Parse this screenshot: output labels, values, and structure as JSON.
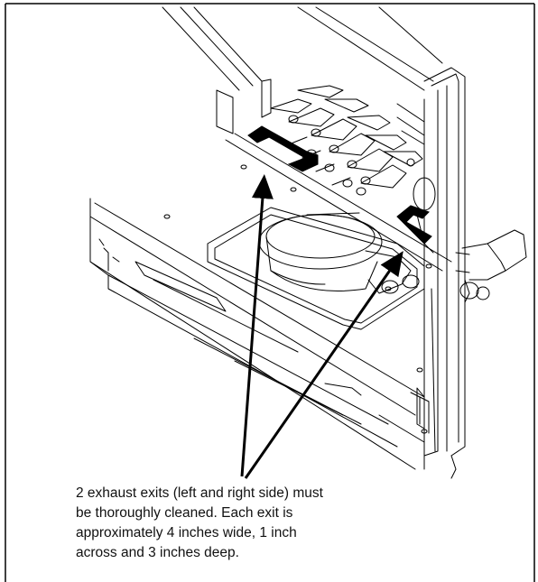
{
  "caption": {
    "lines": [
      "2 exhaust exits (left and right side) must",
      "be thoroughly cleaned.  Each exit is",
      "approximately 4 inches wide, 1 inch",
      "across and 3 inches deep."
    ]
  },
  "illustration": {
    "subject": "oven-interior-exhaust-exits",
    "exits": [
      "left-exhaust-exit",
      "right-exhaust-exit"
    ]
  },
  "colors": {
    "line": "#000000",
    "highlight": "#000000",
    "background": "#ffffff"
  }
}
